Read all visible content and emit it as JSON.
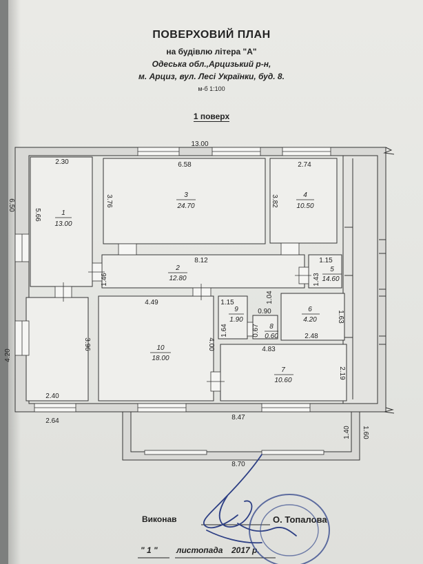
{
  "header": {
    "title": "ПОВЕРХОВИЙ ПЛАН",
    "subtitle": "на будівлю літера \"А\"",
    "address_line1": "Одеська обл.,Арцизький р-н,",
    "address_line2": "м. Арциз, вул. Лесі Українки,  буд. 8.",
    "scale": "м-б 1:100",
    "floor": "1 поверх"
  },
  "rooms": [
    {
      "id": "1",
      "area": "13.00"
    },
    {
      "id": "2",
      "area": "12.80"
    },
    {
      "id": "3",
      "area": "24.70"
    },
    {
      "id": "4",
      "area": "10.50"
    },
    {
      "id": "5",
      "area": "14.60"
    },
    {
      "id": "6",
      "area": "4.20"
    },
    {
      "id": "7",
      "area": "10.60"
    },
    {
      "id": "8",
      "area": "0.60"
    },
    {
      "id": "9",
      "area": "1.90"
    },
    {
      "id": "10",
      "area": "18.00"
    }
  ],
  "dimensions": {
    "total_width": "13.00",
    "left_height": "6.50",
    "room1_width": "2.30",
    "room1_height": "5.66",
    "room3_width": "6.58",
    "room3_height": "3.76",
    "room4_width": "2.74",
    "room4_height": "3.82",
    "corridor_width": "8.12",
    "corridor_height": "1.46",
    "room5_width": "1.15",
    "room5_height": "1.43",
    "lower_left_height": "4.20",
    "lower_left_room_height": "3.96",
    "lower_left_room_width": "2.40",
    "lower_left_outer_width": "2.64",
    "room10_width": "4.49",
    "room10_height": "4.00",
    "room9_width": "1.15",
    "room9_height": "1.64",
    "room8_width": "0.90",
    "room8_height": "0.67",
    "room6_width": "2.48",
    "room6_height": "1.63",
    "room6_left": "1.04",
    "room7_width": "4.83",
    "room7_height": "2.19",
    "terrace_width": "8.47",
    "terrace_outer_width": "8.70",
    "terrace_depth": "1.40",
    "terrace_outer_depth": "1.60"
  },
  "footer": {
    "performed_label": "Виконав",
    "performer_name": "О. Топалова",
    "date_day": "\"  1  \"",
    "date_month": "листопада",
    "date_year": "2017 р."
  }
}
